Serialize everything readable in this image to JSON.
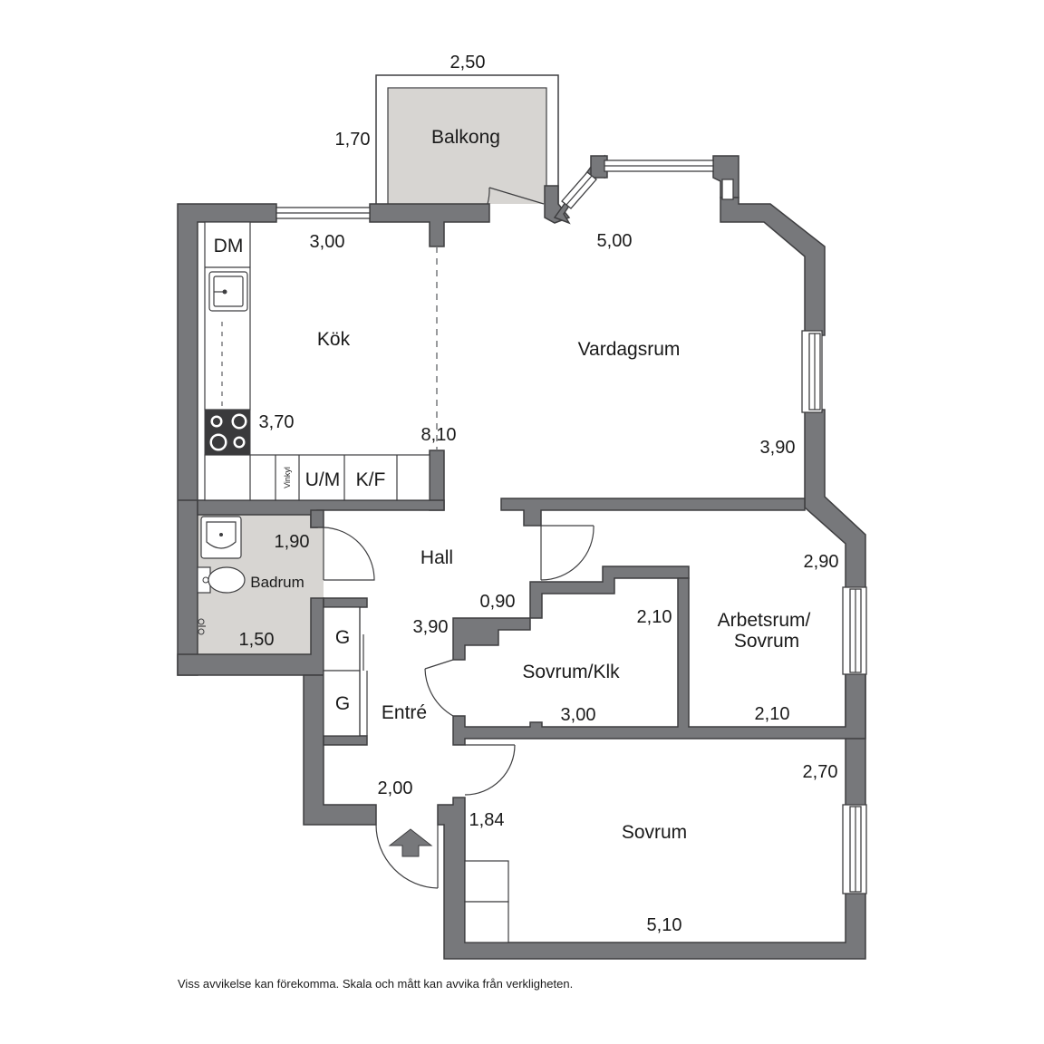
{
  "rooms": {
    "balkong": "Balkong",
    "kok": "Kök",
    "vardagsrum": "Vardagsrum",
    "hall": "Hall",
    "badrum": "Badrum",
    "sovrum_klk": "Sovrum/Klk",
    "arbetsrum_line1": "Arbetsrum/",
    "arbetsrum_line2": "Sovrum",
    "entre": "Entré",
    "sovrum": "Sovrum"
  },
  "dimensions": {
    "balkong_width": "2,50",
    "balkong_depth": "1,70",
    "kok_width": "3,00",
    "kok_depth": "3,70",
    "vardagsrum_width": "5,00",
    "vardagsrum_depth": "3,90",
    "combined_length": "8,10",
    "badrum_depth": "1,90",
    "badrum_width": "1,50",
    "hall_small": "0,90",
    "hall_depth": "3,90",
    "sovrum_klk_depth": "2,10",
    "sovrum_klk_width": "3,00",
    "arbetsrum_depth": "2,90",
    "arbetsrum_width": "2,10",
    "entre_width": "2,00",
    "entre_depth": "1,84",
    "sovrum_depth": "2,70",
    "sovrum_width": "5,10"
  },
  "fixtures": {
    "dishwasher": "DM",
    "oven_microwave": "U/M",
    "fridge_freezer": "K/F",
    "angled_fridge": "Vinkyl",
    "wardrobe_1": "G",
    "wardrobe_2": "G"
  },
  "disclaimer": "Viss avvikelse kan förekomma. Skala och mått kan avvika från verkligheten.",
  "colors": {
    "wall": "#77787b",
    "wall_outline": "#3e3e40",
    "wet_room_floor": "#d7d5d2",
    "balcony_floor": "#d7d5d2"
  }
}
